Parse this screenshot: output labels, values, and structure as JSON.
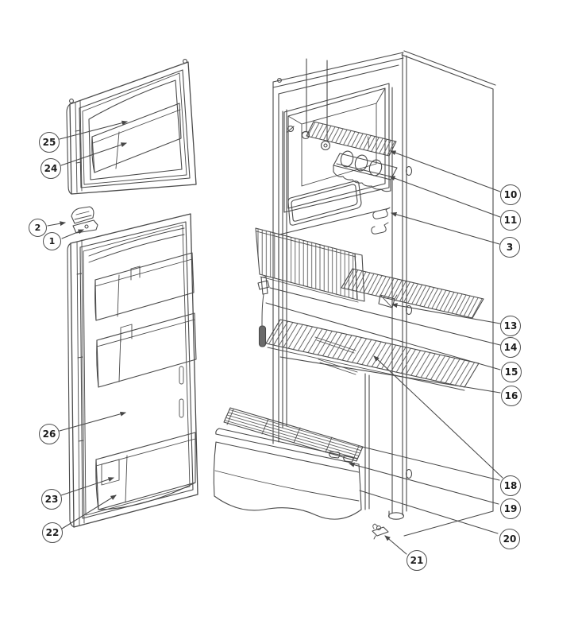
{
  "diagram_type": "refrigerator exploded parts diagram",
  "colors": {
    "background": "#ffffff",
    "line": "#4a4a4a",
    "hatch": "#5a5a5a",
    "callout_border": "#4f4f4f",
    "callout_text": "#1c1c1c",
    "bulb_fill": "#6a6a6a"
  },
  "callouts": {
    "n1": "1",
    "n2": "2",
    "n3": "3",
    "n10": "10",
    "n11": "11",
    "n13": "13",
    "n14": "14",
    "n15": "15",
    "n16": "16",
    "n18": "18",
    "n19": "19",
    "n20": "20",
    "n21": "21",
    "n22": "22",
    "n23": "23",
    "n24": "24",
    "n25": "25",
    "n26": "26"
  }
}
